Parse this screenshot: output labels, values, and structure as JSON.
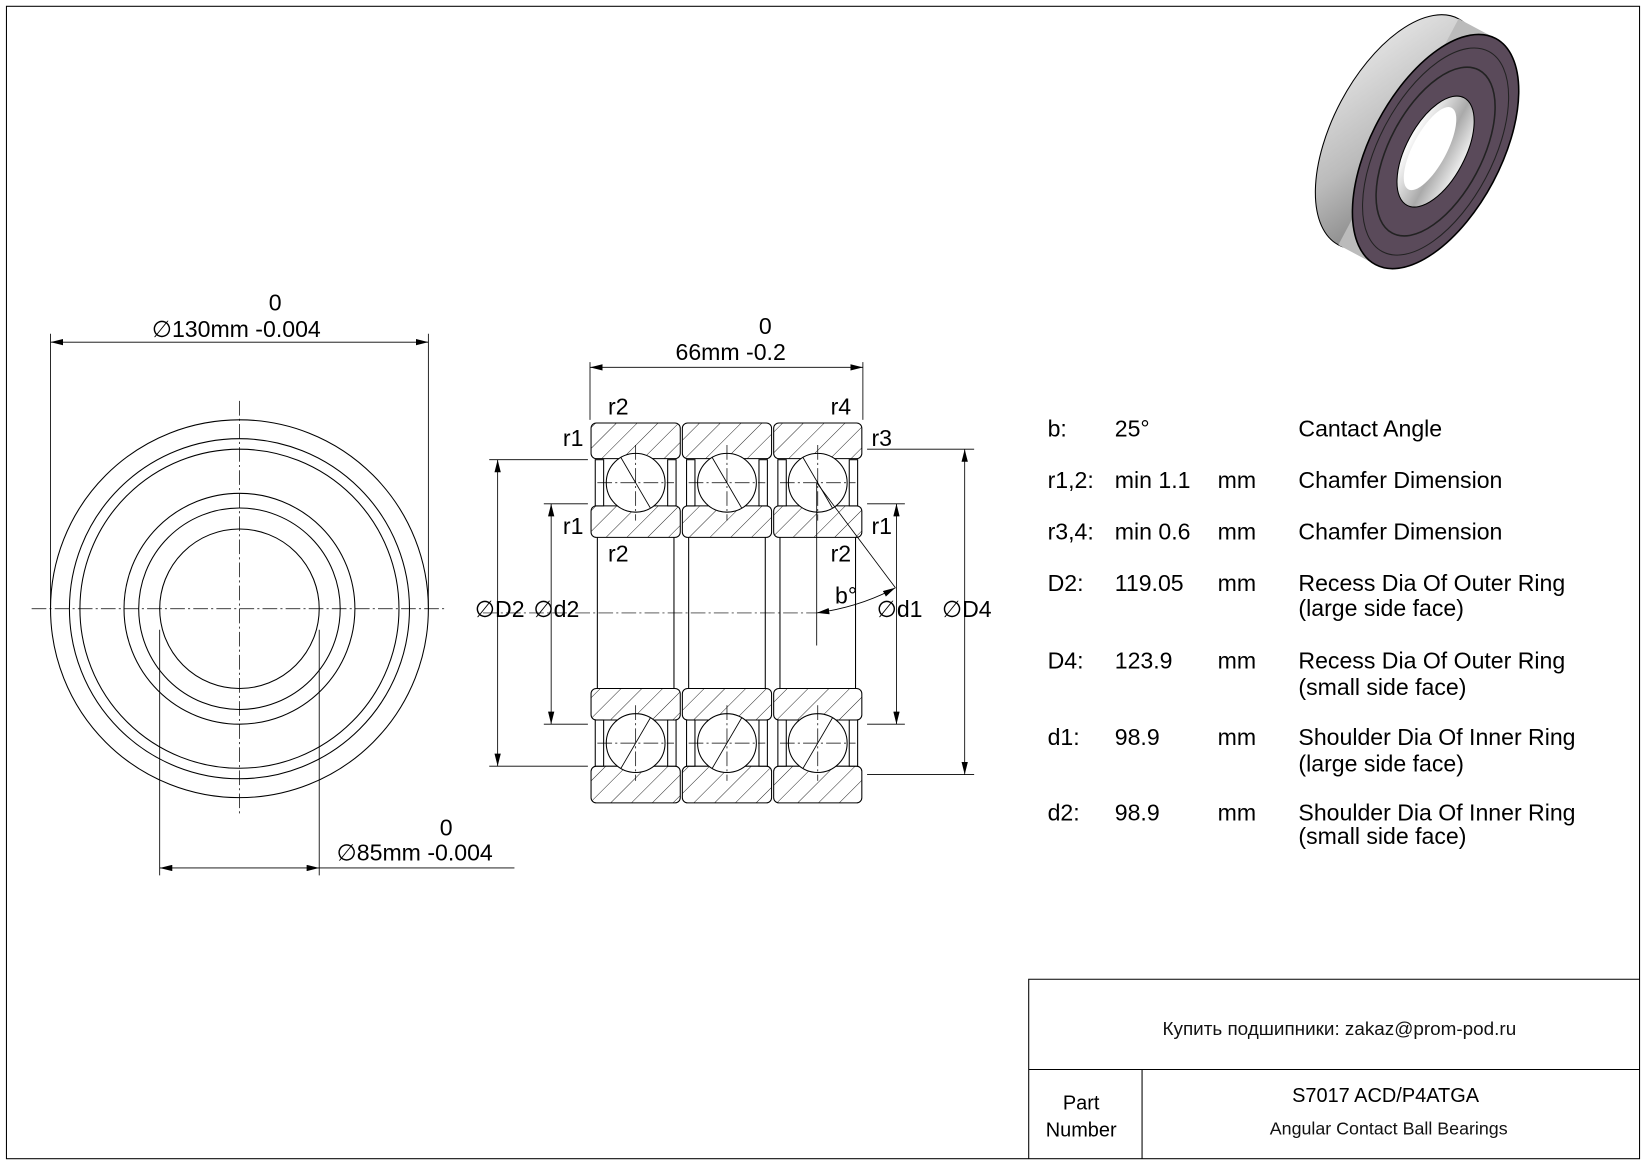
{
  "drawing": {
    "front_view": {
      "outer_dia_tol": "0",
      "outer_dia": "∅130mm -0.004",
      "inner_dia_tol": "0",
      "inner_dia": "∅85mm -0.004"
    },
    "section_view": {
      "width_tol": "0",
      "width": "66mm -0.2",
      "labels": {
        "r2_top_left": "r2",
        "r4": "r4",
        "r1_top_left": "r1",
        "r3": "r3",
        "r1_mid_left": "r1",
        "r2_mid_left": "r2",
        "r1_mid_right": "r1",
        "r2_mid_right": "r2",
        "b_angle": "b°",
        "D2": "∅D2",
        "d2": "∅d2",
        "d1": "∅d1",
        "D4": "∅D4"
      }
    }
  },
  "specs": [
    {
      "symbol": "b:",
      "value": "25°",
      "unit": "",
      "desc": "Cantact Angle",
      "desc2": ""
    },
    {
      "symbol": "r1,2:",
      "value": "min 1.1",
      "unit": "mm",
      "desc": "Chamfer Dimension",
      "desc2": ""
    },
    {
      "symbol": "r3,4:",
      "value": "min 0.6",
      "unit": "mm",
      "desc": "Chamfer Dimension",
      "desc2": ""
    },
    {
      "symbol": "D2:",
      "value": "119.05",
      "unit": "mm",
      "desc": "Recess Dia Of Outer Ring",
      "desc2": "(large side face)"
    },
    {
      "symbol": "D4:",
      "value": "123.9",
      "unit": "mm",
      "desc": "Recess Dia Of Outer Ring",
      "desc2": "(small side face)"
    },
    {
      "symbol": "d1:",
      "value": "98.9",
      "unit": "mm",
      "desc": "Shoulder Dia Of Inner Ring",
      "desc2": "(large side face)"
    },
    {
      "symbol": "d2:",
      "value": "98.9",
      "unit": "mm",
      "desc": "Shoulder Dia Of Inner Ring",
      "desc2": "(small side face)"
    }
  ],
  "title_block": {
    "contact": "Купить подшипники: zakaz@prom-pod.ru",
    "part_label_1": "Part",
    "part_label_2": "Number",
    "part_number": "S7017 ACD/P4ATGA",
    "part_type": "Angular Contact Ball Bearings"
  },
  "colors": {
    "shield": "#5a4a5a",
    "steel": "#c8c8c8",
    "line": "#000000"
  }
}
